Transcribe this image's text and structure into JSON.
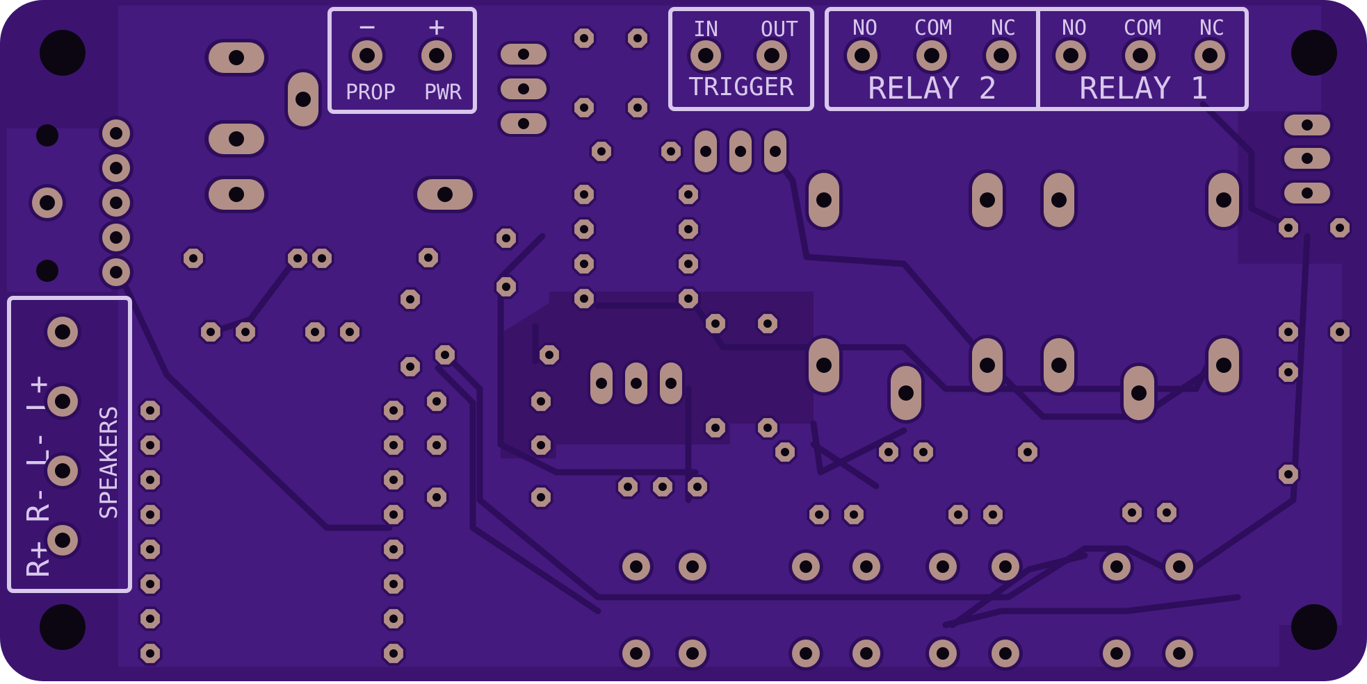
{
  "board": {
    "colors": {
      "substrate": "#3c1470",
      "copper_fill": "#451a7e",
      "trace": "#2e0d5c",
      "silkscreen": "#d8c8ec",
      "pad": "#b28f86",
      "drill": "#0b0612",
      "background": "#ffffff"
    },
    "labels": {
      "power": {
        "minus": "−",
        "plus": "+",
        "prop": "PROP",
        "pwr": "PWR"
      },
      "trigger": {
        "in": "IN",
        "out": "OUT",
        "name": "TRIGGER"
      },
      "relay2": {
        "no": "NO",
        "com": "COM",
        "nc": "NC",
        "name": "RELAY 2"
      },
      "relay1": {
        "no": "NO",
        "com": "COM",
        "nc": "NC",
        "name": "RELAY 1"
      },
      "speakers": {
        "pins": "R+ R- L- L+",
        "name": "SPEAKERS"
      }
    }
  }
}
